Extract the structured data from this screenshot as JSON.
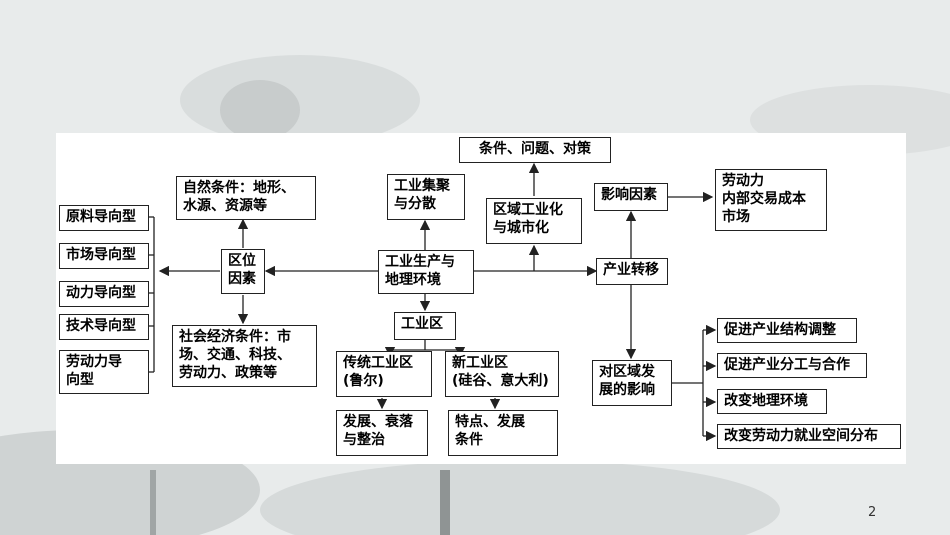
{
  "nodes": {
    "tiaojian": "条件、问题、对策",
    "yingxiang_yinsu": "影响因素",
    "laodongli_list": [
      "劳动力",
      "内部交易成本",
      "市场"
    ],
    "ziran": [
      "自然条件：地形、",
      "水源、资源等"
    ],
    "jiju": [
      "工业集聚",
      "与分散"
    ],
    "quyu": [
      "区域工业化",
      "与城市化"
    ],
    "yuanliao": "原料导向型",
    "shichang": "市场导向型",
    "dongli": "动力导向型",
    "jishu": "技术导向型",
    "laodongli_type": [
      "劳动力导",
      "向型"
    ],
    "quwei": [
      "区位",
      "因素"
    ],
    "center": [
      "工业生产与",
      "地理环境"
    ],
    "chanye": "产业转移",
    "gongyequ": "工业区",
    "shehui": [
      "社会经济条件：市",
      "场、交通、科技、",
      "劳动力、政策等"
    ],
    "chuantong": [
      "传统工业区",
      "(鲁尔)"
    ],
    "xin": [
      "新工业区",
      "(硅谷、意大利)"
    ],
    "duiquyu": [
      "对区域发",
      "展的影响"
    ],
    "cujin_jiegou": "促进产业结构调整",
    "cujin_fengong": "促进产业分工与合作",
    "gaibian_dili": "改变地理环境",
    "gaibian_laodong": "改变劳动力就业空间分布",
    "fazhan": [
      "发展、衰落",
      "与整治"
    ],
    "tedian": [
      "特点、发展",
      "条件"
    ]
  },
  "page_number": "2"
}
